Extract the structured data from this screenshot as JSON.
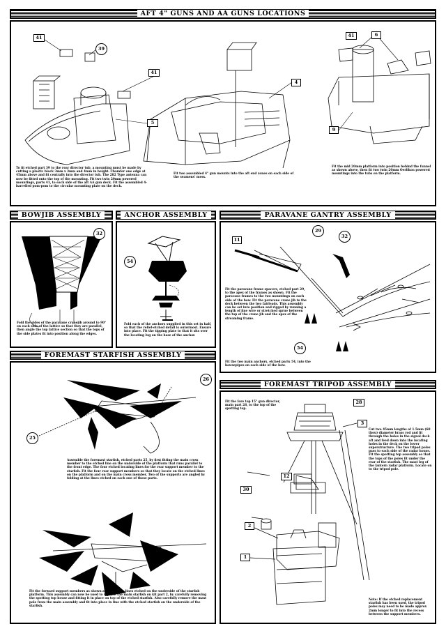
{
  "sections": {
    "aft_guns": {
      "title": "AFT 4\" GUNS AND AA GUNS LOCATIONS",
      "note_left": "To fit etched part 39 to the rear director tub, a mounting must be made by cutting a plastic block 3mm x 3mm and 4mm in height. Chamfer one edge at 45mm above and fit centrally into the director tub. The 282 Type antenna can now be fitted onto the top of the mounting. Fit two twin 20mm powered mountings, parts 41, to each side of the aft AA gun deck. Fit the assembled 4-barrelled pom-pom to the circular mounting plate on the deck.",
      "note_middle": "Fit two assembled 4\" gun mounts into the aft end zones on each side of the seamens' mess.",
      "note_right": "Fit the mid 20mm platform into position behind the funnel as shown above, then fit two twin 20mm Oerlikon powered mountings into the tubs on the platform.",
      "callouts": [
        "41",
        "39",
        "41",
        "5",
        "4",
        "41",
        "6",
        "9"
      ]
    },
    "bowjib": {
      "title": "BOWJIB ASSEMBLY",
      "callout": "32",
      "note": "Fold the sides of the paravane cranejib around to 90° on each side of the lattice so that they are parallel, then angle the top lattice section so that the tops of the side plates fit into position along the edges."
    },
    "anchor": {
      "title": "ANCHOR ASSEMBLY",
      "callout": "54",
      "note": "Fold each of the anchors supplied in this set in half, so that the relief-etched detail is outermost. Ensure into place. Fit the tipping plate to that it sits over the locating lug on the base of the anchor."
    },
    "paravane": {
      "title": "PARAVANE GANTRY ASSEMBLY",
      "callouts": [
        "11",
        "29",
        "32",
        "54"
      ],
      "note_main": "Fit the paravane frame spacers, etched part 29, to the apex of the frames as shown. Fit the paravane frames to the two mountings on each side of the bow. Fit the paravane crane jib to the deck between the two fairleads. This assembly can be set into position and rigged by running a length of fine wire or stretched sprue between the top of the crane jib and the apex of the streaming frame.",
      "note_bottom": "Fit the two main anchors, etched parts 54, into the hawsepipes on each side of the bow."
    },
    "starfish": {
      "title": "FOREMAST STARFISH ASSEMBLY",
      "callouts": [
        "26",
        "25"
      ],
      "note_top": "Assemble the foremast starfish, etched parts 25, by first fitting the main cross member to the etched line on the underside of the platform that runs parallel to the front edge. The four etched locating lines for the rear support member to the starfish. Fit the four rear support members so that they locate on the etched lines on the platform and on the main cross member. Two of the supports are angled by folding at the lines etched on each one of those parts.",
      "note_bottom": "Fit the forward support members as shown above, to the lines etched on the underside of the starfish platform. This assembly can now be used to replace the main starfish on kit part 2, by carefully removing the spotting top house and fitting it in place on top of the etched starfish. Also carefully remove the mast pole from the main assembly and fit into place in line with the etched starfish on the underside of the starfish."
    },
    "tripod": {
      "title": "FOREMAST TRIPOD ASSEMBLY",
      "callouts": [
        "28",
        "3",
        "12",
        "30",
        "2",
        "1"
      ],
      "note_top": "Fit the fore top 15\" gun director, main part 28, to the top of the spotting top.",
      "note_right": "Cut two 45mm lengths of 1.5mm (60 thou) diameter brass rod and fit through the holes in the signal deck aft and feed down into the locating holes in the deck on the lower superstructure. The two tripod poles pass to each side of the radar house. Fit the spotting top assembly so that the tops of the poles fit under the rear of the starfish. The mast leg of the lantern radar platform. Locate on to the tripod pole.",
      "note_bottom": "Note: If the etched replacement starfish has been used, the tripod poles may need to be made approx 2mm longer to fit into the recess between the support members."
    }
  },
  "colors": {
    "ink": "#000000",
    "paper": "#ffffff"
  }
}
